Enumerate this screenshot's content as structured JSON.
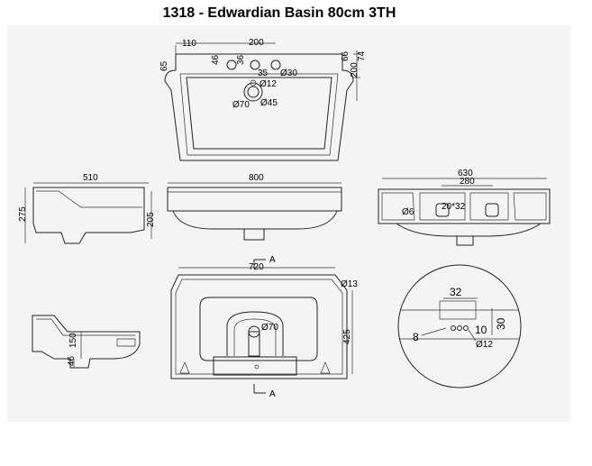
{
  "title": "1318 - Edwardian Basin 80cm 3TH",
  "top_view": {
    "dims": [
      "110",
      "200",
      "65",
      "46",
      "36",
      "35",
      "Ø30",
      "Ø12",
      "Ø70",
      "Ø45",
      "66",
      "74",
      "200"
    ]
  },
  "side_view_left": {
    "dims": [
      "510",
      "275",
      "205"
    ]
  },
  "front_view": {
    "dims": [
      "800"
    ]
  },
  "back_view": {
    "dims": [
      "630",
      "280",
      "Ø6",
      "20*32"
    ]
  },
  "plan_view": {
    "dims": [
      "720",
      "Ø13",
      "Ø70",
      "425"
    ],
    "section_marks": [
      "A",
      "A"
    ]
  },
  "section_view": {
    "dims": [
      "150",
      "46"
    ]
  },
  "detail_view": {
    "dims": [
      "32",
      "30",
      "10",
      "8",
      "Ø12"
    ]
  }
}
